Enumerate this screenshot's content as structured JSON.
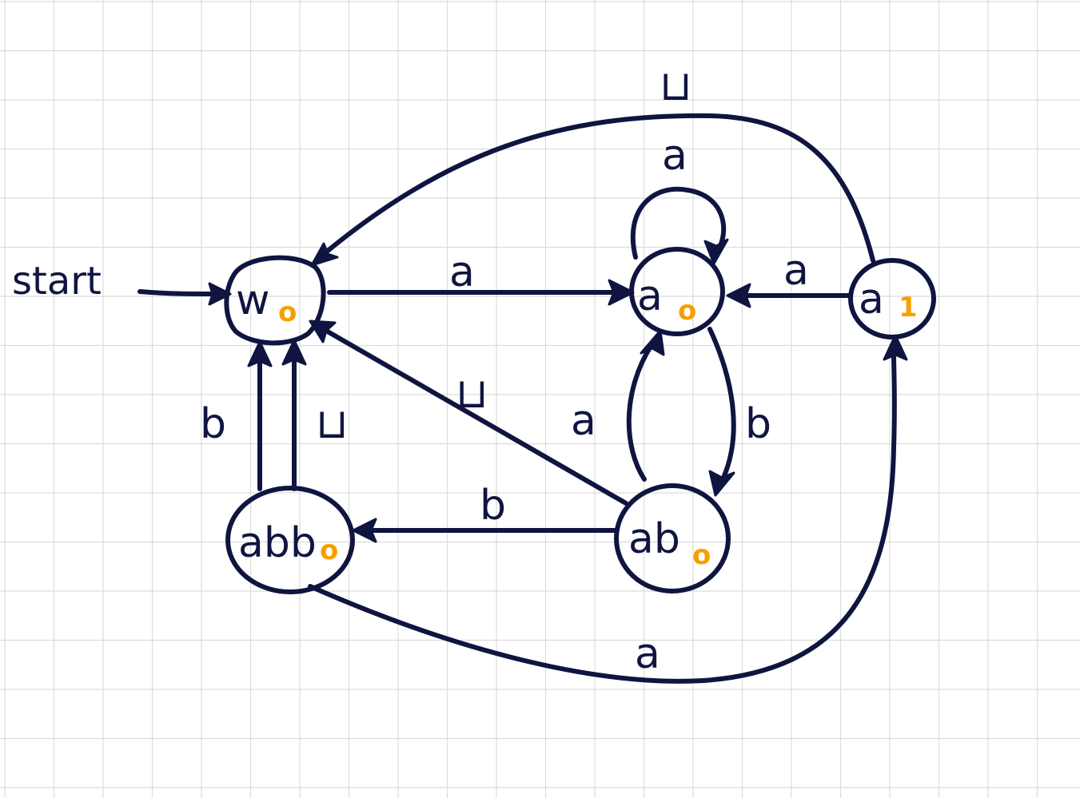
{
  "start_label": "start",
  "colors": {
    "ink": "#0f1540",
    "accent": "#f5a000",
    "grid": "#dcdcdc"
  },
  "states": {
    "w": {
      "name": "w",
      "sub": "o"
    },
    "a0": {
      "name": "a",
      "sub": "o"
    },
    "a1": {
      "name": "a",
      "sub": "1"
    },
    "ab": {
      "name": "ab",
      "sub": "o"
    },
    "abb": {
      "name": "abb",
      "sub": "o"
    }
  },
  "edges": {
    "w_a0": "a",
    "a0_loop": "a",
    "a1_a0": "a",
    "a1_w": "⊔",
    "ab_w": "⊔",
    "a0_ab": "b",
    "ab_a0": "a",
    "ab_abb": "b",
    "abb_w_b": "b",
    "abb_w_blank": "⊔",
    "abb_a1": "a"
  }
}
